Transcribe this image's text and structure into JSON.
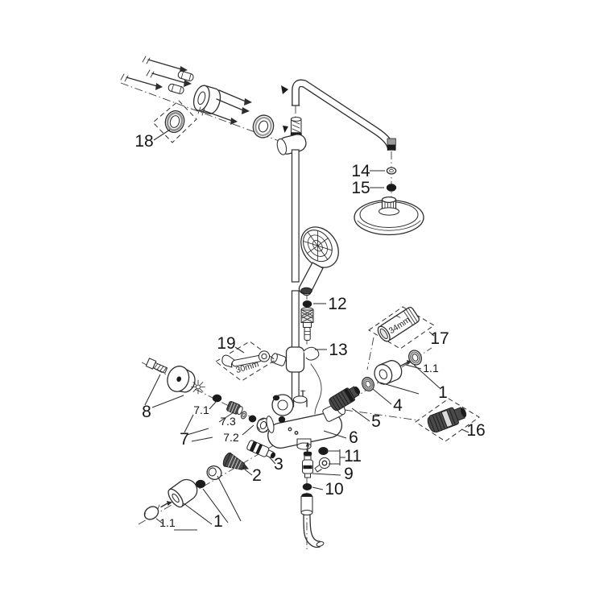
{
  "callouts": {
    "c1_left": "1",
    "c1_1_left": "1.1",
    "c1_right": "1",
    "c1_1_right": "1.1",
    "c2": "2",
    "c3": "3",
    "c4": "4",
    "c5": "5",
    "c6": "6",
    "c7": "7",
    "c7_1": "7.1",
    "c7_2": "7.2",
    "c7_3": "7.3",
    "c8": "8",
    "c9": "9",
    "c10": "10",
    "c11": "11",
    "c12": "12",
    "c13": "13",
    "c14": "14",
    "c15": "15",
    "c16": "16",
    "c17": "17",
    "c18": "18",
    "c19": "19"
  },
  "tools": {
    "wrench_size": "30mm",
    "socket_size": "34mm"
  }
}
